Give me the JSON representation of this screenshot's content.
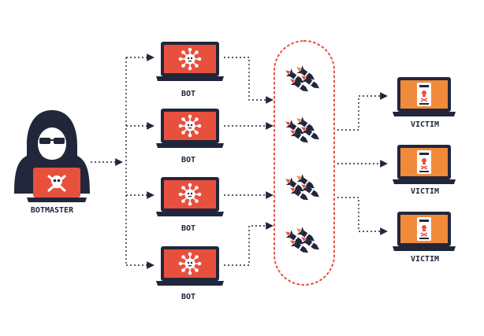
{
  "labels": {
    "botmaster": "BOTMASTER",
    "bots": [
      "BOT",
      "BOT",
      "BOT",
      "BOT"
    ],
    "victims": [
      "VICTIM",
      "VICTIM",
      "VICTIM"
    ]
  },
  "icons": {
    "botmaster": "hooded-hacker-icon",
    "botmaster_laptop": "skull-crossbones-icon",
    "bot": "virus-icon",
    "attack_pool": "missile-icon",
    "victim": "server-skull-icon"
  },
  "colors": {
    "dark": "#22263a",
    "bot_screen": "#e8503e",
    "victim_screen": "#f28a3c",
    "missile_red": "#e8503e",
    "missile_orange": "#f28a3c",
    "pool_border": "#e8503e"
  }
}
